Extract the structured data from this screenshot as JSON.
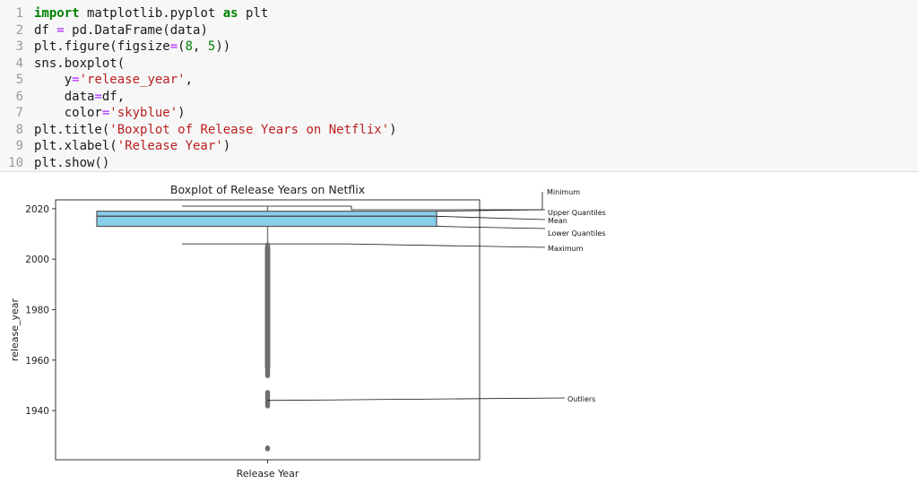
{
  "code_lines": [
    {
      "n": "1",
      "segs": [
        {
          "t": "import",
          "c": "kw"
        },
        {
          "t": " matplotlib.pyplot ",
          "c": ""
        },
        {
          "t": "as",
          "c": "kw"
        },
        {
          "t": " plt",
          "c": ""
        }
      ]
    },
    {
      "n": "2",
      "segs": [
        {
          "t": "df ",
          "c": ""
        },
        {
          "t": "=",
          "c": "eq"
        },
        {
          "t": " pd.DataFrame(data)",
          "c": ""
        }
      ]
    },
    {
      "n": "3",
      "segs": [
        {
          "t": "plt.figure(figsize",
          "c": ""
        },
        {
          "t": "=",
          "c": "eq"
        },
        {
          "t": "(",
          "c": ""
        },
        {
          "t": "8",
          "c": "num"
        },
        {
          "t": ", ",
          "c": ""
        },
        {
          "t": "5",
          "c": "num"
        },
        {
          "t": "))",
          "c": ""
        }
      ]
    },
    {
      "n": "4",
      "segs": [
        {
          "t": "sns.boxplot(",
          "c": ""
        }
      ]
    },
    {
      "n": "5",
      "segs": [
        {
          "t": "    y",
          "c": ""
        },
        {
          "t": "=",
          "c": "eq"
        },
        {
          "t": "'release_year'",
          "c": "str"
        },
        {
          "t": ",",
          "c": ""
        }
      ]
    },
    {
      "n": "6",
      "segs": [
        {
          "t": "    data",
          "c": ""
        },
        {
          "t": "=",
          "c": "eq"
        },
        {
          "t": "df,",
          "c": ""
        }
      ]
    },
    {
      "n": "7",
      "segs": [
        {
          "t": "    color",
          "c": ""
        },
        {
          "t": "=",
          "c": "eq"
        },
        {
          "t": "'skyblue'",
          "c": "str"
        },
        {
          "t": ")",
          "c": ""
        }
      ]
    },
    {
      "n": "8",
      "segs": [
        {
          "t": "plt.title(",
          "c": ""
        },
        {
          "t": "'Boxplot of Release Years on Netflix'",
          "c": "str"
        },
        {
          "t": ")",
          "c": ""
        }
      ]
    },
    {
      "n": "9",
      "segs": [
        {
          "t": "plt.xlabel(",
          "c": ""
        },
        {
          "t": "'Release Year'",
          "c": "str"
        },
        {
          "t": ")",
          "c": ""
        }
      ]
    },
    {
      "n": "10",
      "segs": [
        {
          "t": "plt.show()",
          "c": ""
        }
      ]
    }
  ],
  "chart_data": {
    "type": "box",
    "title": "Boxplot of Release Years on Netflix",
    "xlabel": "Release Year",
    "ylabel": "release_year",
    "yticks": [
      1940,
      1960,
      1980,
      2000,
      2020
    ],
    "ylim": [
      1920.5,
      2023.5
    ],
    "color": "#87ceeb",
    "box": {
      "q1": 2013,
      "median": 2017,
      "q3": 2019,
      "whisker_low": 2006,
      "whisker_high": 2021
    },
    "outliers": [
      2005.5,
      2004,
      2002,
      2000,
      1998,
      1996,
      1994,
      1992,
      1990,
      1988,
      1986,
      1984,
      1982,
      1980,
      1978,
      1976,
      1974,
      1972,
      1970,
      1968,
      1966,
      1964,
      1962,
      1960,
      1958,
      1956,
      1955,
      1954,
      1947,
      1946,
      1945,
      1944,
      1943,
      1942,
      1925
    ],
    "annotations": [
      {
        "label": "Minimum",
        "target": 2021
      },
      {
        "label": "Upper Quantiles",
        "target": 2019
      },
      {
        "label": "Mean",
        "target": 2017
      },
      {
        "label": "Lower Quantiles",
        "target": 2013
      },
      {
        "label": "Maximum",
        "target": 2006
      },
      {
        "label": "Outliers",
        "target": 1944
      }
    ]
  }
}
